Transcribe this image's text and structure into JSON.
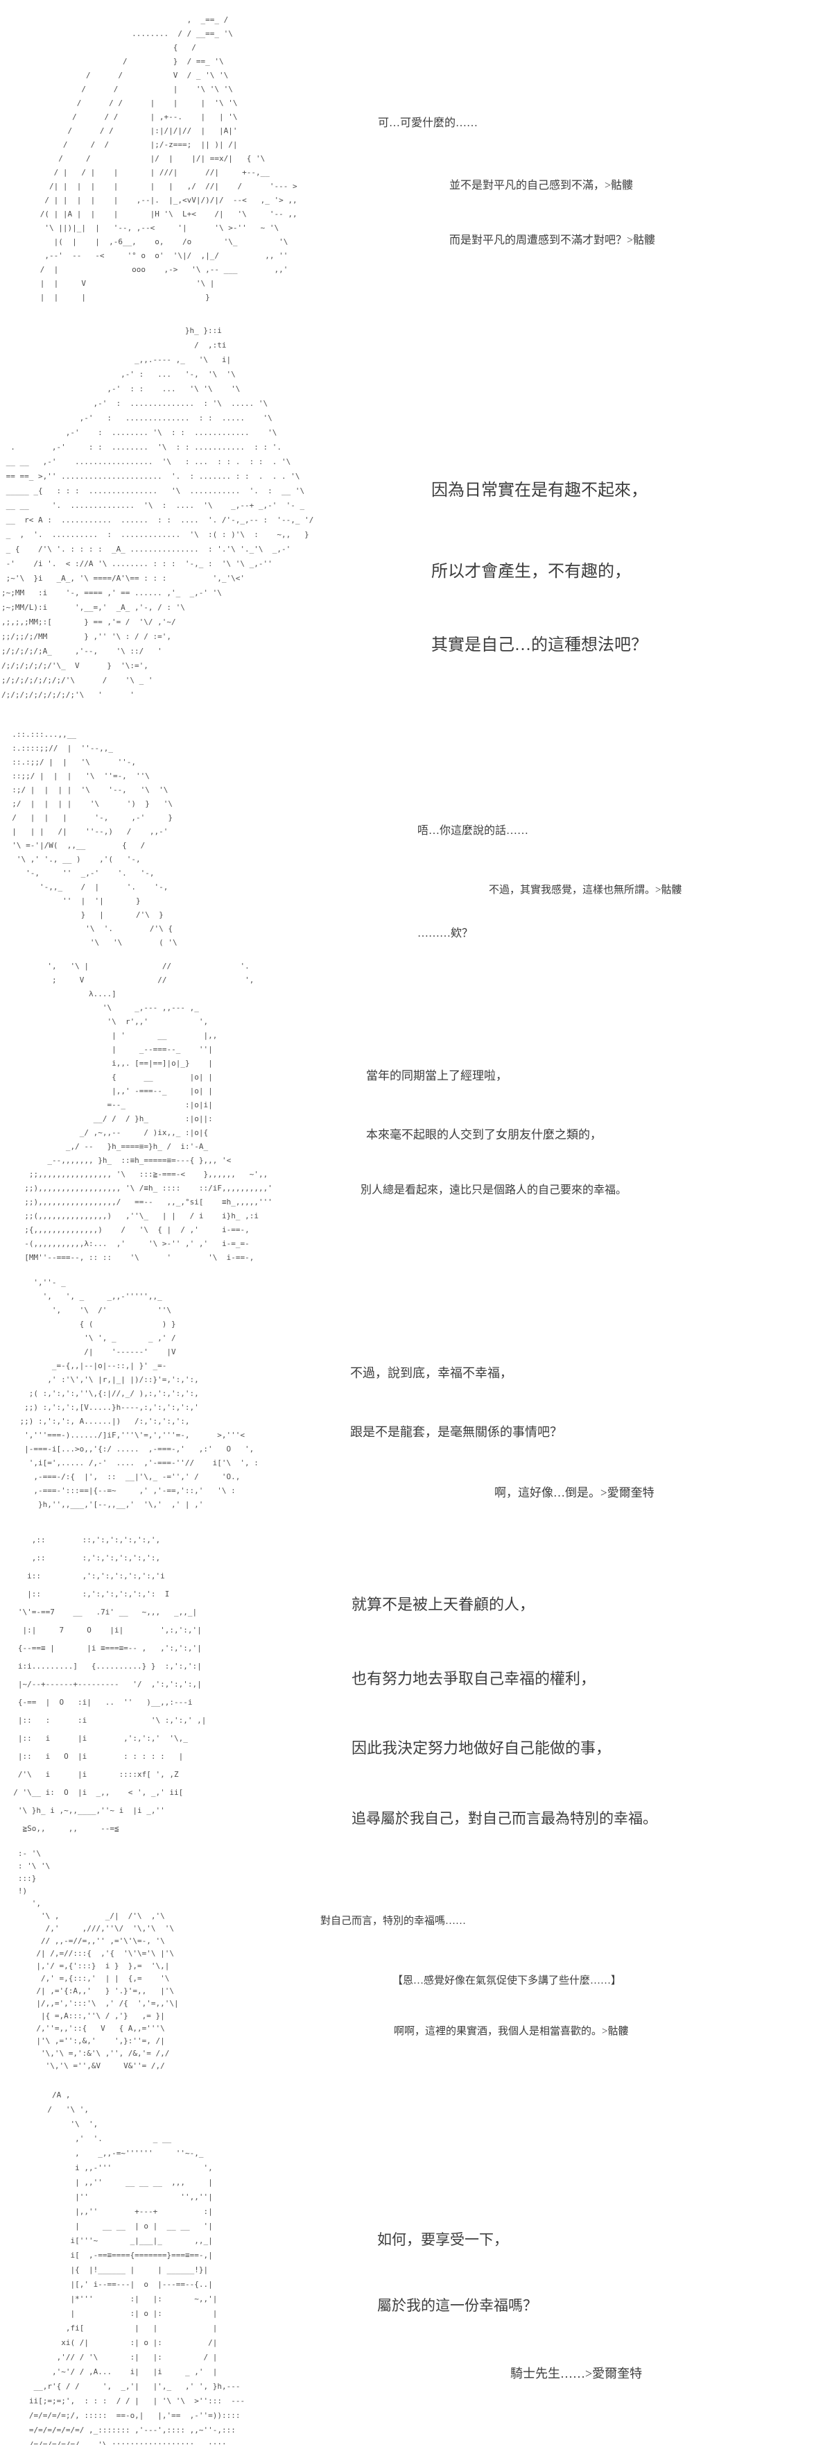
{
  "page": {
    "background": "#ffffff",
    "ink": "#3d3d3d",
    "art_ink": "#4d4d4d"
  },
  "dialogue": [
    {
      "text": "可…可愛什麼的……"
    },
    {
      "text": "並不是對平凡的自己感到不滿，>骷髏"
    },
    {
      "text": "而是對平凡的周遭感到不滿才對吧？>骷髏"
    },
    {
      "text": "因為日常實在是有趣不起來，"
    },
    {
      "text": "所以才會產生，不有趣的，"
    },
    {
      "text": "其實是自己…的這種想法吧？"
    },
    {
      "text": "唔…你這麼說的話……"
    },
    {
      "text": "不過，其實我感覺，這樣也無所謂。>骷髏"
    },
    {
      "text": "………欸？"
    },
    {
      "text": "當年的同期當上了經理啦，"
    },
    {
      "text": "本來毫不起眼的人交到了女朋友什麼之類的，"
    },
    {
      "text": "別人總是看起來，遠比只是個路人的自己要來的幸福。"
    },
    {
      "text": "不過，說到底，幸福不幸福，"
    },
    {
      "text": "跟是不是龍套，是毫無關係的事情吧？"
    },
    {
      "text": "啊，這好像…倒是。>愛爾奎特"
    },
    {
      "text": "就算不是被上天眷顧的人，"
    },
    {
      "text": "也有努力地去爭取自己幸福的權利，"
    },
    {
      "text": "因此我決定努力地做好自己能做的事，"
    },
    {
      "text": "追尋屬於我自己，對自己而言最為特別的幸福。"
    },
    {
      "text": "對自己而言，特別的幸福嗎……"
    },
    {
      "text": "【恩…感覺好像在氣氛促使下多講了些什麼……】"
    },
    {
      "text": "啊啊，這裡的果實酒，我個人是相當喜歡的。>骷髏"
    },
    {
      "text": "如何，要享受一下，"
    },
    {
      "text": "屬於我的這一份幸福嗎？"
    },
    {
      "text": "騎士先生……>愛爾奎特"
    }
  ],
  "art": {
    "p1": [
      "                                      ,  _==_ /",
      "                          ........  / / __==_ '\\",
      "                                   {   /",
      "                        /          }  / ==_ '\\",
      "                /      /           V  / _ '\\ '\\",
      "               /      /            |    '\\ '\\ '\\",
      "              /      / /      |    |     |  '\\ '\\",
      "             /      / /       | ,+--.    |   | '\\",
      "            /      / /        |:|/|/|//  |   |A|'",
      "           /     /  /         |;/-z===;  || )| /|",
      "          /     /             |/  |    |/| ==x/|   { '\\",
      "         / |   / |    |       | ///|      //|     +--,__",
      "        /| |  |  |    |       |   |   ,/  //|    /      '--- >",
      "       / | |  |  |    |    ,--|.  |_,<vV|/)/|/  --<   ,_ '> ,,",
      "      /( | |A |  |    |       |H '\\  L+<    /|   '\\     '-- ,,",
      "       '\\ ||)|_|  |   '--, ,--<     '|      '\\ >-''   ~ '\\",
      "         |(  |    |  ,-6__,    o,    /o       '\\_         '\\",
      "       ,--'  --   -<     '° o  o'  '\\|/  ,|_/          ,, ''",
      "      /  |                ooo    ,->   '\\ ,-- ___        ,,'",
      "      |  |     V                        '\\ |",
      "      |  |     |                          }"
    ],
    "p2": [
      "                                        }h_ }::i",
      "                                          /  ,:ti",
      "                             _,,.---- ,_   '\\   i|",
      "                          ,-' :   ...   '-,  '\\  '\\",
      "                       ,-'  : :    ...   '\\ '\\    '\\",
      "                    ,-'  :  ..............  : '\\  ..... '\\",
      "                 ,-'   :   ..............  : :  .....    '\\",
      "              ,-'    :  ........ '\\  : :  ............    '\\",
      "  .        ,-'     : :  ........  '\\  : : ...........  : : '.",
      " __ __   ,-'    .................  '\\   : ...  : : .  : :  . '\\",
      " == ==_ >,'' ......................  '.  : ....... : :  .  . . '\\",
      " _____ _{   : : :  ...............   '\\  ...........  '.  :  __ '\\",
      " __ __     '.  ..............  '\\  :  ....  '\\    _,--+ _,-'  '- _",
      " __  r< A :  ...........  ......  : :  ....  '. /'-,_,-- :  '--,_ '/",
      " _  ,  '.  ..........  :  .............  '\\  :( : )'\\  :    ~,,   }",
      " _ {    /'\\ '. : : : :  _A_ ...............  : '.'\\ '._'\\  _,-'",
      " -'    /i '.  < ://A '\\ ........ : : :  '-,_ :  '\\ '\\ _,-''",
      " ;~'\\  }i   _A_, '\\ ====/A'\\== : : :          ',_'\\<'",
      ";~;MM   :i    '-, ==== ,' == ...... ,'_  _,-' '\\",
      ";~;MM/L):i      ',__=,'  _A_ ,'-, / : '\\",
      ",;,;,;MM;:[       } == ,'= /  '\\/ ,'~/",
      ";;/;;/;/MM        } ,'' '\\ : / / :=',",
      ";/;/;/;/;A_     ,'--,    '\\ ::/   '",
      "/;/;/;/;/;/'\\_  V      }  '\\:=',",
      ";/;/;/;/;/;/;/'\\      /    '\\ _ '",
      "/;/;/;/;/;/;/;/;'\\   '      '"
    ],
    "p3": [
      "  .::.:::...,,__",
      "  :.::::;;//  |  ''--,,_",
      "  ::.:;;/ |  |   '\\      ''-,",
      "  ::;;/ |  |  |   '\\  ''=-,  ''\\",
      "  :;/ |  |  | |  '\\    '--,   '\\  '\\",
      "  ;/  |  |  | |    '\\      ')  }   '\\",
      "  /   |  |   |      '-,     ,-'     }",
      "  |   | |   /|    ''--,)   /    ,,-'",
      "  '\\ =-'|/W(  ,,__        {   /",
      "   '\\ ,' '., __ )    ,'(   '-,",
      "     '-,     ''  _,-'    '.   '-,",
      "        '-,,_    /  |      '.    '-,",
      "             ''  |  '|       }",
      "                 }   |       /'\\  }",
      "                  '\\  '.        /'\\ {",
      "                   '\\   '\\        ( '\\"
    ],
    "p4": [
      "       ',   '\\ |                //               '.",
      "        ;     V                //                 ',",
      "                λ....]",
      "                   '\\     _,--- ,,--- ,_",
      "                    '\\  r',,'           ',",
      "                     | '       __        |,,",
      "                     |     _--===--_    ''|",
      "                     i,,. [==|==]|o|_}    |",
      "                     {      __        |o| |",
      "                     |,,' -===--_     |o| |",
      "                    =--_             :|o|i|",
      "                 __/ /  / }h_        :|o||:",
      "              _/ ,~,,--     / )ix,,_ :|o|{",
      "           _,/ --   }h_====≡=}h_ /  i:'-A_",
      "       _--,,,,,,, }h_  ::≡h_=====≡=---{ },,, '<",
      "   ;;,,,,,,,,,,,,,,,, '\\   :::≧-===-<    },,,,,,   ~',,",
      "  ;;),,,,,,,,,,,,,,,,,, '\\ /≡h_ ::::    ::/iF,,,,,,,,,,'",
      "  ;;),,,,,,,,,,,,,,,,,/   ==--   ,,_,°si[    ≡h_,,,,,'''",
      "  ;;(,,,,,,,,,,,,,,,)   ,''\\_   | |   / i    i}h_ ,:i",
      "  ;{,,,,,,,,,,,,,,)    /   '\\  { |  / ,'     i-==-,",
      "  -(,,,,,,,,,,,λ:...  ,'     '\\ >-'' ,' ,'   i-=_=-",
      "  [MM''--===--, :: ::    '\\      '        '\\  i-==-,"
    ],
    "p5": [
      "       ',''- _",
      "         ',   ', _     _,,-''''',,_",
      "           ',    '\\  /'           ''\\",
      "                 { (               ) }",
      "                  '\\ ', _       _ ,' /",
      "                  /|    '------'    |V",
      "           _=-{,,|--|o|--::,| }' _=-",
      "          ,' :'\\','\\ |r,|_| |)/::}'=,':,':,",
      "      ;( :,':,':,''\\,{:|//,_/ ),:,':,':,':,",
      "     ;;) :,':,':,[V.....}h----,:,':,':,':,'",
      "    ;;) :,':,':, A......|)   /:,':,':,':,",
      "     ','''===-)....../]iF,'''\\'=,','''=-,      >,'''<",
      "     |-===-i[...>o,,'{:/ .....  ,-===-,'   ,:'   O   ',",
      "      ',i[=',..... /,-'  ....  ,'-===-''//    i['\\  ', :",
      "       ,-===-/:{  |',  ::  __|'\\,_ -='',' /     'O.,",
      "       ,-===-':::==|{--=~     ,' ,'-==,'::,'   '\\ :",
      "        }h,'',,___,'[--,,__,'  '\\,'  ,' | ,'"
    ],
    "p6": [
      "      ,::        ::,':,':,':,':,',",
      "      ,::        :,':,':,':,':,':,",
      "     i::         ,':,':,':,':,':,'i",
      "     |::         :,':,':,':,':,':  I",
      "   '\\'=-==7    __   .7i' __   ~,,,   _,,_|",
      "    |:|     7     O    |i|        ',:,':,'|",
      "   {--==≡ |       |i ≡===≡=-- ,   ,':,':,'|",
      "   i:i.........]   {..........} }  :,':,':|",
      "   |~/--+------+---------   '/  ,':,':,':,|",
      "   {-==  |  O   :i|   ..  ''   )__,,:---i",
      "   |::   :      :i              '\\ :,':,' ,|",
      "   |::   i      |i        ,':,':,'  '\\,_",
      "   |::   i   O  |i        : : : : :   |",
      "   /'\\   i      |i       ::::xf[ ', ,Z",
      "  / '\\__ i:  O  |i  _,,    < ', _,' ii[",
      "   '\\ }h_ i ,~,,____,''~ i  |i _,''",
      "    ≧So,,     ,,     --=≦"
    ],
    "p7": [
      "   :- '\\",
      "   : '\\ '\\",
      "   :::}",
      "   !)",
      "      ',",
      "        '\\ ,          _/|  /'\\  ,'\\",
      "         /,'     ,///,''\\/  '\\,'\\  '\\",
      "        // ,,-=//=,,'' ,='\\'\\=-, '\\",
      "       /| /,=//:::{  ,'{  '\\'\\='\\ |'\\",
      "       |,'/ =,{':::}  i }  },=  '\\,|",
      "        /,' =,{:::,'  | |  {,=    '\\",
      "       /| ,='{:A,,'   } '.}'=,,   |'\\",
      "       |/,,=',':::'\\  ,' /{  ','=,,'\\|",
      "        |{ =,A:::,''\\ / ,'}   ,= }|",
      "       /,''=,,'::{   V   { A,,='''\\",
      "       |'\\ ,='':,&,'    ',}:''=, /|",
      "        '\\,'\\ =,':&'\\ ,'', /&,'= /,/",
      "         '\\,'\\ ='',&V     V&''= /,/"
    ],
    "p8": [
      "        /A ,",
      "       /   '\\ ',",
      "            '\\  ',",
      "             ,'  '.           _ __",
      "             ,    _,,-=~''''''     ''~-,_",
      "             i ,,-'''                    ',",
      "             | ,,''     __ __ __  ,,,     |",
      "             |''                    '',,''|",
      "             |,,''        +---+          :|",
      "             |     __ __  | o |  __ __   '|",
      "            i['''~       _|___|_       ,,_|",
      "            i[  ,-==≡===={=======}===≡==-,|",
      "            |{  |!______ |     | ______!}|",
      "            |[,' i--==---|  o  |---==--{..|",
      "            |*'''        :|   |:       ~,,'|",
      "            |            :| o |:           |",
      "           ,fi[           |   |            |",
      "          xi( /|         :| o |:          /|",
      "         ,'// / '\\       :|   |:         / |",
      "        ,'~'/ / ,A...    i|   |i     _ ,'  |",
      "    __,r'{ / /     ',  _,'|   |',_   ,' ', }h,---",
      "   ii[;=;=;',  : : :  / / |   | '\\ '\\  >'':::  ---",
      "   /=/=/=/=;/, :::::  ==-o,|   |,'==  ,-''=))::::",
      "   =/=/=/=/=/=/ ,_::::::: ,'---',:::: ,,~''-,:::",
      "   /=/=/=/=/=/    '\\,::::::::::::::::::   ::::"
    ]
  }
}
